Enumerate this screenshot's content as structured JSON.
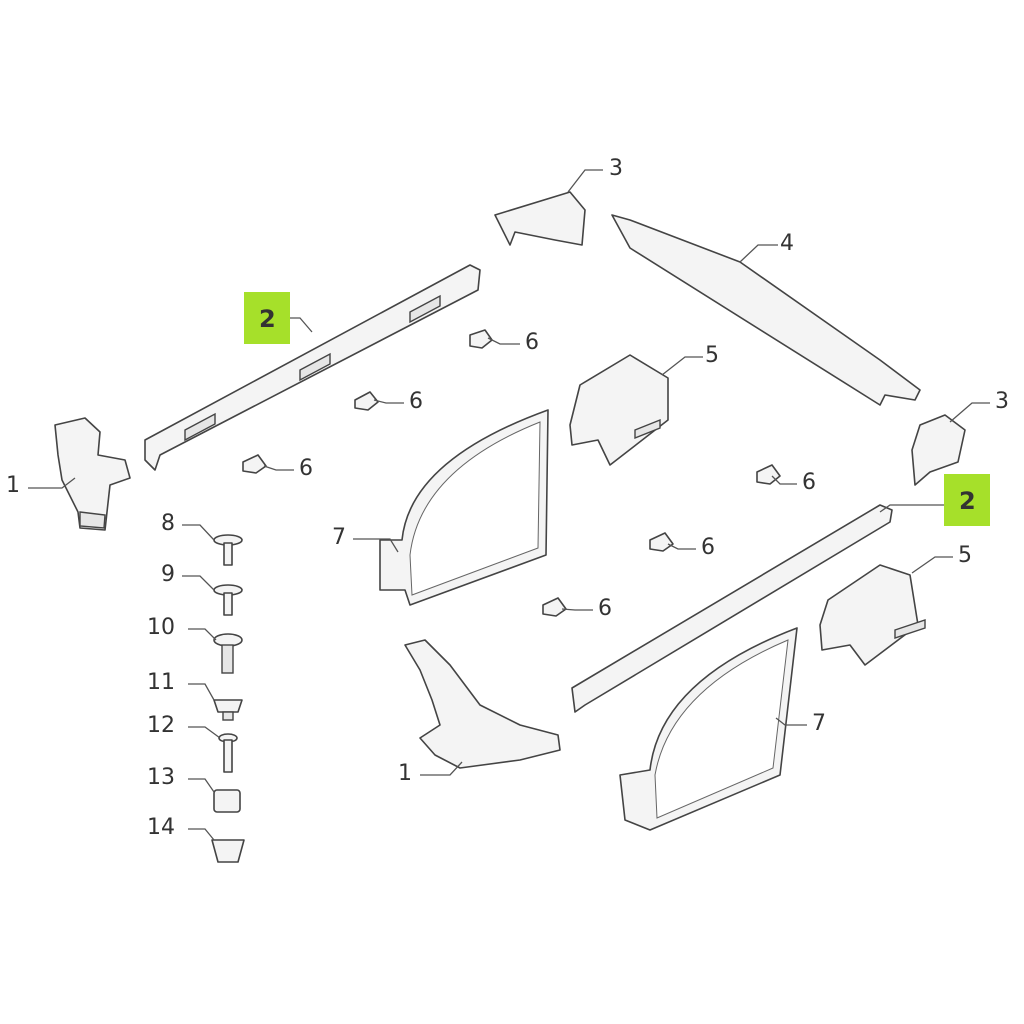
{
  "title": "Interior trim parts exploded diagram",
  "highlight_color": "#a6e02a",
  "callouts": [
    {
      "id": "c1a",
      "label": "1"
    },
    {
      "id": "c2a",
      "label": "2",
      "highlighted": true
    },
    {
      "id": "c3a",
      "label": "3"
    },
    {
      "id": "c4",
      "label": "4"
    },
    {
      "id": "c5a",
      "label": "5"
    },
    {
      "id": "c3b",
      "label": "3"
    },
    {
      "id": "c6a",
      "label": "6"
    },
    {
      "id": "c6b",
      "label": "6"
    },
    {
      "id": "c6c",
      "label": "6"
    },
    {
      "id": "c6d",
      "label": "6"
    },
    {
      "id": "c6e",
      "label": "6"
    },
    {
      "id": "c6f",
      "label": "6"
    },
    {
      "id": "c2b",
      "label": "2",
      "highlighted": true
    },
    {
      "id": "c5b",
      "label": "5"
    },
    {
      "id": "c7a",
      "label": "7"
    },
    {
      "id": "c7b",
      "label": "7"
    },
    {
      "id": "c1b",
      "label": "1"
    },
    {
      "id": "c8",
      "label": "8"
    },
    {
      "id": "c9",
      "label": "9"
    },
    {
      "id": "c10",
      "label": "10"
    },
    {
      "id": "c11",
      "label": "11"
    },
    {
      "id": "c12",
      "label": "12"
    },
    {
      "id": "c13",
      "label": "13"
    },
    {
      "id": "c14",
      "label": "14"
    }
  ]
}
